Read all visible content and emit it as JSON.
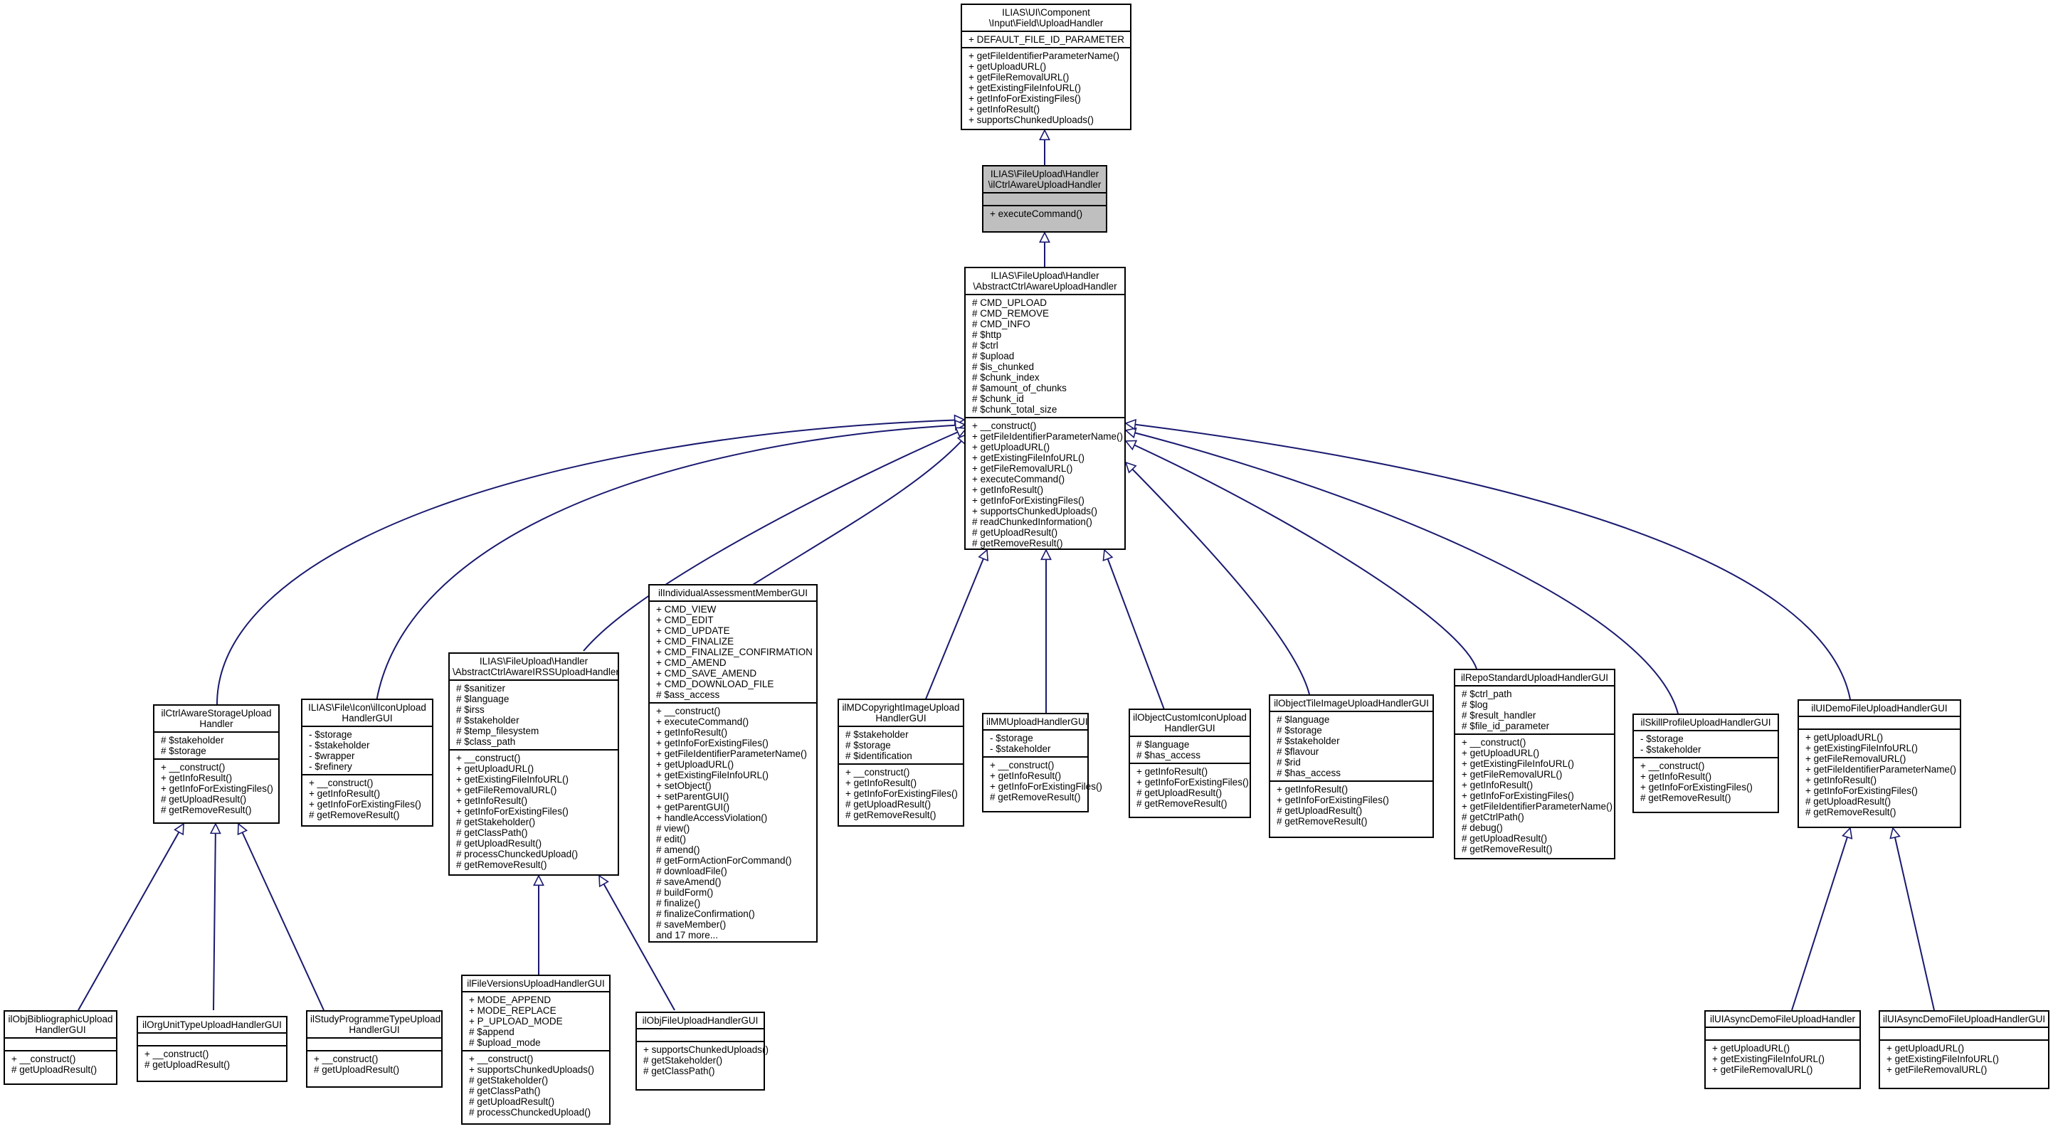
{
  "edge_color": "#191970",
  "current_fill": "#bfbfbf",
  "classes": {
    "uploadHandler": {
      "title": [
        "ILIAS\\UI\\Component",
        "\\Input\\Field\\UploadHandler"
      ],
      "attributes": [
        "+ DEFAULT_FILE_ID_PARAMETER"
      ],
      "operations": [
        "+ getFileIdentifierParameterName()",
        "+ getUploadURL()",
        "+ getFileRemovalURL()",
        "+ getExistingFileInfoURL()",
        "+ getInfoForExistingFiles()",
        "+ getInfoResult()",
        "+ supportsChunkedUploads()"
      ]
    },
    "ilCtrlAware": {
      "title": [
        "ILIAS\\FileUpload\\Handler",
        "\\ilCtrlAwareUploadHandler"
      ],
      "attributes": [],
      "operations": [
        "+ executeCommand()"
      ]
    },
    "abstractCtrlAware": {
      "title": [
        "ILIAS\\FileUpload\\Handler",
        "\\AbstractCtrlAwareUploadHandler"
      ],
      "attributes": [
        "# CMD_UPLOAD",
        "# CMD_REMOVE",
        "# CMD_INFO",
        "# $http",
        "# $ctrl",
        "# $upload",
        "# $is_chunked",
        "# $chunk_index",
        "# $amount_of_chunks",
        "# $chunk_id",
        "# $chunk_total_size"
      ],
      "operations": [
        "+ __construct()",
        "+ getFileIdentifierParameterName()",
        "+ getUploadURL()",
        "+ getExistingFileInfoURL()",
        "+ getFileRemovalURL()",
        "+ executeCommand()",
        "+ getInfoResult()",
        "+ getInfoForExistingFiles()",
        "+ supportsChunkedUploads()",
        "# readChunkedInformation()",
        "# getUploadResult()",
        "# getRemoveResult()"
      ]
    },
    "ctrlAwareStorage": {
      "title": [
        "ilCtrlAwareStorageUpload",
        "Handler"
      ],
      "attributes": [
        "# $stakeholder",
        "# $storage"
      ],
      "operations": [
        "+ __construct()",
        "+ getInfoResult()",
        "+ getInfoForExistingFiles()",
        "# getUploadResult()",
        "# getRemoveResult()"
      ]
    },
    "iconUpload": {
      "title": [
        "ILIAS\\File\\Icon\\ilIconUpload",
        "HandlerGUI"
      ],
      "attributes": [
        "- $storage",
        "- $stakeholder",
        "- $wrapper",
        "- $refinery"
      ],
      "operations": [
        "+ __construct()",
        "+ getInfoResult()",
        "+ getInfoForExistingFiles()",
        "# getRemoveResult()"
      ]
    },
    "irssUpload": {
      "title": [
        "ILIAS\\FileUpload\\Handler",
        "\\AbstractCtrlAwareIRSSUploadHandler"
      ],
      "attributes": [
        "# $sanitizer",
        "# $language",
        "# $irss",
        "# $stakeholder",
        "# $temp_filesystem",
        "# $class_path"
      ],
      "operations": [
        "+ __construct()",
        "+ getUploadURL()",
        "+ getExistingFileInfoURL()",
        "+ getFileRemovalURL()",
        "+ getInfoResult()",
        "+ getInfoForExistingFiles()",
        "# getStakeholder()",
        "# getClassPath()",
        "# getUploadResult()",
        "# processChunckedUpload()",
        "# getRemoveResult()"
      ]
    },
    "individualAssessment": {
      "title": [
        "ilIndividualAssessmentMemberGUI"
      ],
      "attributes": [
        "+ CMD_VIEW",
        "+ CMD_EDIT",
        "+ CMD_UPDATE",
        "+ CMD_FINALIZE",
        "+ CMD_FINALIZE_CONFIRMATION",
        "+ CMD_AMEND",
        "+ CMD_SAVE_AMEND",
        "+ CMD_DOWNLOAD_FILE",
        "# $ass_access"
      ],
      "operations": [
        "+ __construct()",
        "+ executeCommand()",
        "+ getInfoResult()",
        "+ getInfoForExistingFiles()",
        "+ getFileIdentifierParameterName()",
        "+ getUploadURL()",
        "+ getExistingFileInfoURL()",
        "+ setObject()",
        "+ setParentGUI()",
        "+ getParentGUI()",
        "+ handleAccessViolation()",
        "# view()",
        "# edit()",
        "# amend()",
        "# getFormActionForCommand()",
        "# downloadFile()",
        "# saveAmend()",
        "# buildForm()",
        "# finalize()",
        "# finalizeConfirmation()",
        "# saveMember()",
        "and 17 more..."
      ]
    },
    "mdCopyright": {
      "title": [
        "ilMDCopyrightImageUpload",
        "HandlerGUI"
      ],
      "attributes": [
        "# $stakeholder",
        "# $storage",
        "# $identification"
      ],
      "operations": [
        "+ __construct()",
        "+ getInfoResult()",
        "+ getInfoForExistingFiles()",
        "# getUploadResult()",
        "# getRemoveResult()"
      ]
    },
    "mmUpload": {
      "title": [
        "ilMMUploadHandlerGUI"
      ],
      "attributes": [
        "- $storage",
        "- $stakeholder"
      ],
      "operations": [
        "+ __construct()",
        "+ getInfoResult()",
        "+ getInfoForExistingFiles()",
        "# getRemoveResult()"
      ]
    },
    "objectCustomIcon": {
      "title": [
        "ilObjectCustomIconUpload",
        "HandlerGUI"
      ],
      "attributes": [
        "# $language",
        "# $has_access"
      ],
      "operations": [
        "+ getInfoResult()",
        "+ getInfoForExistingFiles()",
        "# getUploadResult()",
        "# getRemoveResult()"
      ]
    },
    "objectTileImage": {
      "title": [
        "ilObjectTileImageUploadHandlerGUI"
      ],
      "attributes": [
        "# $language",
        "# $storage",
        "# $stakeholder",
        "# $flavour",
        "# $rid",
        "# $has_access"
      ],
      "operations": [
        "+ getInfoResult()",
        "+ getInfoForExistingFiles()",
        "# getUploadResult()",
        "# getRemoveResult()"
      ]
    },
    "repoStandard": {
      "title": [
        "ilRepoStandardUploadHandlerGUI"
      ],
      "attributes": [
        "# $ctrl_path",
        "# $log",
        "# $result_handler",
        "# $file_id_parameter"
      ],
      "operations": [
        "+ __construct()",
        "+ getUploadURL()",
        "+ getExistingFileInfoURL()",
        "+ getFileRemovalURL()",
        "+ getInfoResult()",
        "+ getInfoForExistingFiles()",
        "+ getFileIdentifierParameterName()",
        "# getCtrlPath()",
        "# debug()",
        "# getUploadResult()",
        "# getRemoveResult()"
      ]
    },
    "skillProfile": {
      "title": [
        "ilSkillProfileUploadHandlerGUI"
      ],
      "attributes": [
        "- $storage",
        "- $stakeholder"
      ],
      "operations": [
        "+ __construct()",
        "+ getInfoResult()",
        "+ getInfoForExistingFiles()",
        "# getRemoveResult()"
      ]
    },
    "uiDemo": {
      "title": [
        "ilUIDemoFileUploadHandlerGUI"
      ],
      "attributes": [],
      "operations": [
        "+ getUploadURL()",
        "+ getExistingFileInfoURL()",
        "+ getFileRemovalURL()",
        "+ getFileIdentifierParameterName()",
        "+ getInfoResult()",
        "+ getInfoForExistingFiles()",
        "# getUploadResult()",
        "# getRemoveResult()"
      ]
    },
    "objBibliographic": {
      "title": [
        "ilObjBibliographicUpload",
        "HandlerGUI"
      ],
      "attributes": [],
      "operations": [
        "+ __construct()",
        "# getUploadResult()"
      ]
    },
    "orgUnitType": {
      "title": [
        "ilOrgUnitTypeUploadHandlerGUI"
      ],
      "attributes": [],
      "operations": [
        "+ __construct()",
        "# getUploadResult()"
      ]
    },
    "studyProgramme": {
      "title": [
        "ilStudyProgrammeTypeUpload",
        "HandlerGUI"
      ],
      "attributes": [],
      "operations": [
        "+ __construct()",
        "# getUploadResult()"
      ]
    },
    "fileVersions": {
      "title": [
        "ilFileVersionsUploadHandlerGUI"
      ],
      "attributes": [
        "+ MODE_APPEND",
        "+ MODE_REPLACE",
        "+ P_UPLOAD_MODE",
        "# $append",
        "# $upload_mode"
      ],
      "operations": [
        "+ __construct()",
        "+ supportsChunkedUploads()",
        "# getStakeholder()",
        "# getClassPath()",
        "# getUploadResult()",
        "# processChunckedUpload()"
      ]
    },
    "objFile": {
      "title": [
        "ilObjFileUploadHandlerGUI"
      ],
      "attributes": [],
      "operations": [
        "+ supportsChunkedUploads()",
        "# getStakeholder()",
        "# getClassPath()"
      ]
    },
    "uiAsyncDemo": {
      "title": [
        "ilUIAsyncDemoFileUploadHandler"
      ],
      "attributes": [],
      "operations": [
        "+ getUploadURL()",
        "+ getExistingFileInfoURL()",
        "+ getFileRemovalURL()"
      ]
    },
    "uiAsyncDemoGUI": {
      "title": [
        "ilUIAsyncDemoFileUploadHandlerGUI"
      ],
      "attributes": [],
      "operations": [
        "+ getUploadURL()",
        "+ getExistingFileInfoURL()",
        "+ getFileRemovalURL()"
      ]
    }
  }
}
